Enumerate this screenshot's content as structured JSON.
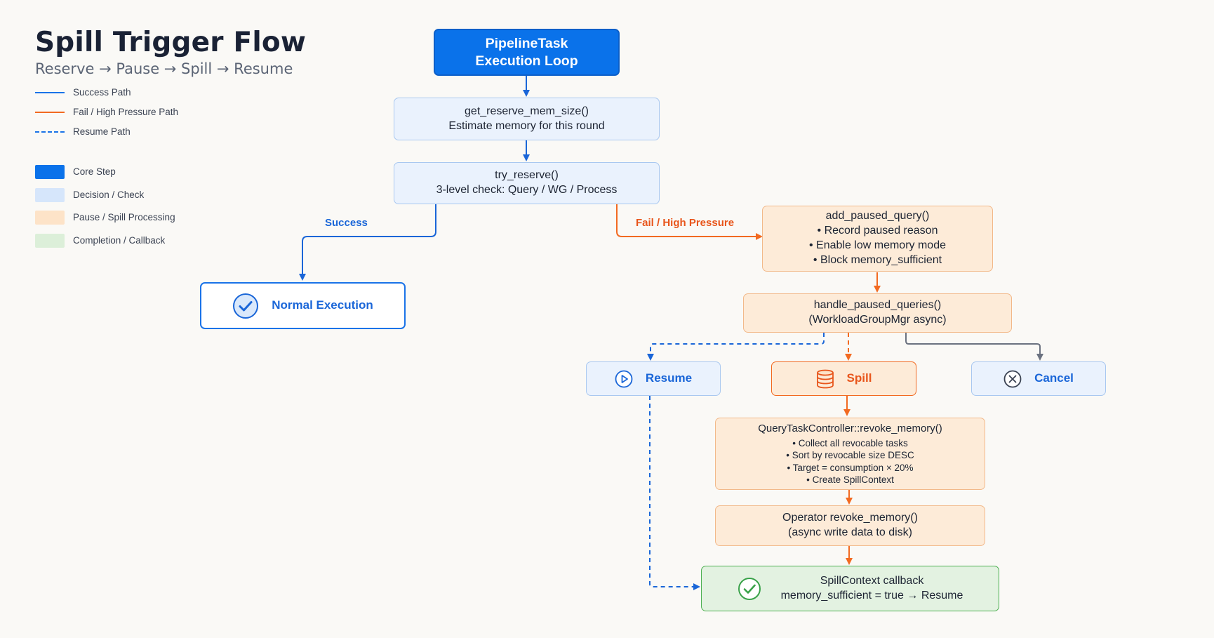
{
  "header": {
    "title": "Spill Trigger Flow",
    "subtitle": "Reserve → Pause → Spill → Resume"
  },
  "legend": [
    {
      "label": "Success Path",
      "kind": "line",
      "color": "#1a73e8"
    },
    {
      "label": "Fail / High Pressure Path",
      "kind": "line",
      "color": "#f26a21"
    },
    {
      "label": "Resume Path",
      "kind": "dashed",
      "color": "#1a73e8"
    },
    {
      "label": "Core Step",
      "kind": "swatch",
      "color": "#0a72ea"
    },
    {
      "label": "Decision / Check",
      "kind": "swatch",
      "color": "#d6e6fb"
    },
    {
      "label": "Pause / Spill Processing",
      "kind": "swatch",
      "color": "#fde3c8"
    },
    {
      "label": "Completion / Callback",
      "kind": "swatch",
      "color": "#dcefd9"
    }
  ],
  "nodes": {
    "pipeline": {
      "line1": "PipelineTask",
      "line2": "Execution Loop"
    },
    "reserve_size": {
      "line1": "get_reserve_mem_size()",
      "line2": "Estimate memory for this round"
    },
    "try_reserve": {
      "line1": "try_reserve()",
      "line2": "3-level check: Query / WG / Process"
    },
    "normal": {
      "label": "Normal Execution",
      "icon": "check-circle-icon"
    },
    "add_paused": {
      "line1": "add_paused_query()",
      "bullets": [
        "• Record paused reason",
        "• Enable low memory mode",
        "• Block memory_sufficient"
      ]
    },
    "handle_paused": {
      "line1": "handle_paused_queries()",
      "line2": "(WorkloadGroupMgr async)"
    },
    "resume": {
      "label": "Resume",
      "icon": "play-circle-icon"
    },
    "spill": {
      "label": "Spill",
      "icon": "database-icon"
    },
    "cancel": {
      "label": "Cancel",
      "icon": "x-circle-icon"
    },
    "revoke": {
      "line1": "QueryTaskController::revoke_memory()",
      "bullets": [
        "• Collect all revocable tasks",
        "• Sort by revocable size DESC",
        "• Target = consumption × 20%",
        "• Create SpillContext"
      ]
    },
    "operator": {
      "line1": "Operator revoke_memory()",
      "line2": "(async write data to disk)"
    },
    "callback": {
      "line1": "SpillContext callback",
      "line2": "memory_sufficient = true → Resume",
      "icon": "check-circle-icon"
    }
  },
  "edge_labels": {
    "success": "Success",
    "fail": "Fail / High Pressure"
  },
  "colors": {
    "success": "#1a66d8",
    "fail": "#f26a21",
    "neutral": "#6b7280",
    "complete": "#3aa24a"
  }
}
